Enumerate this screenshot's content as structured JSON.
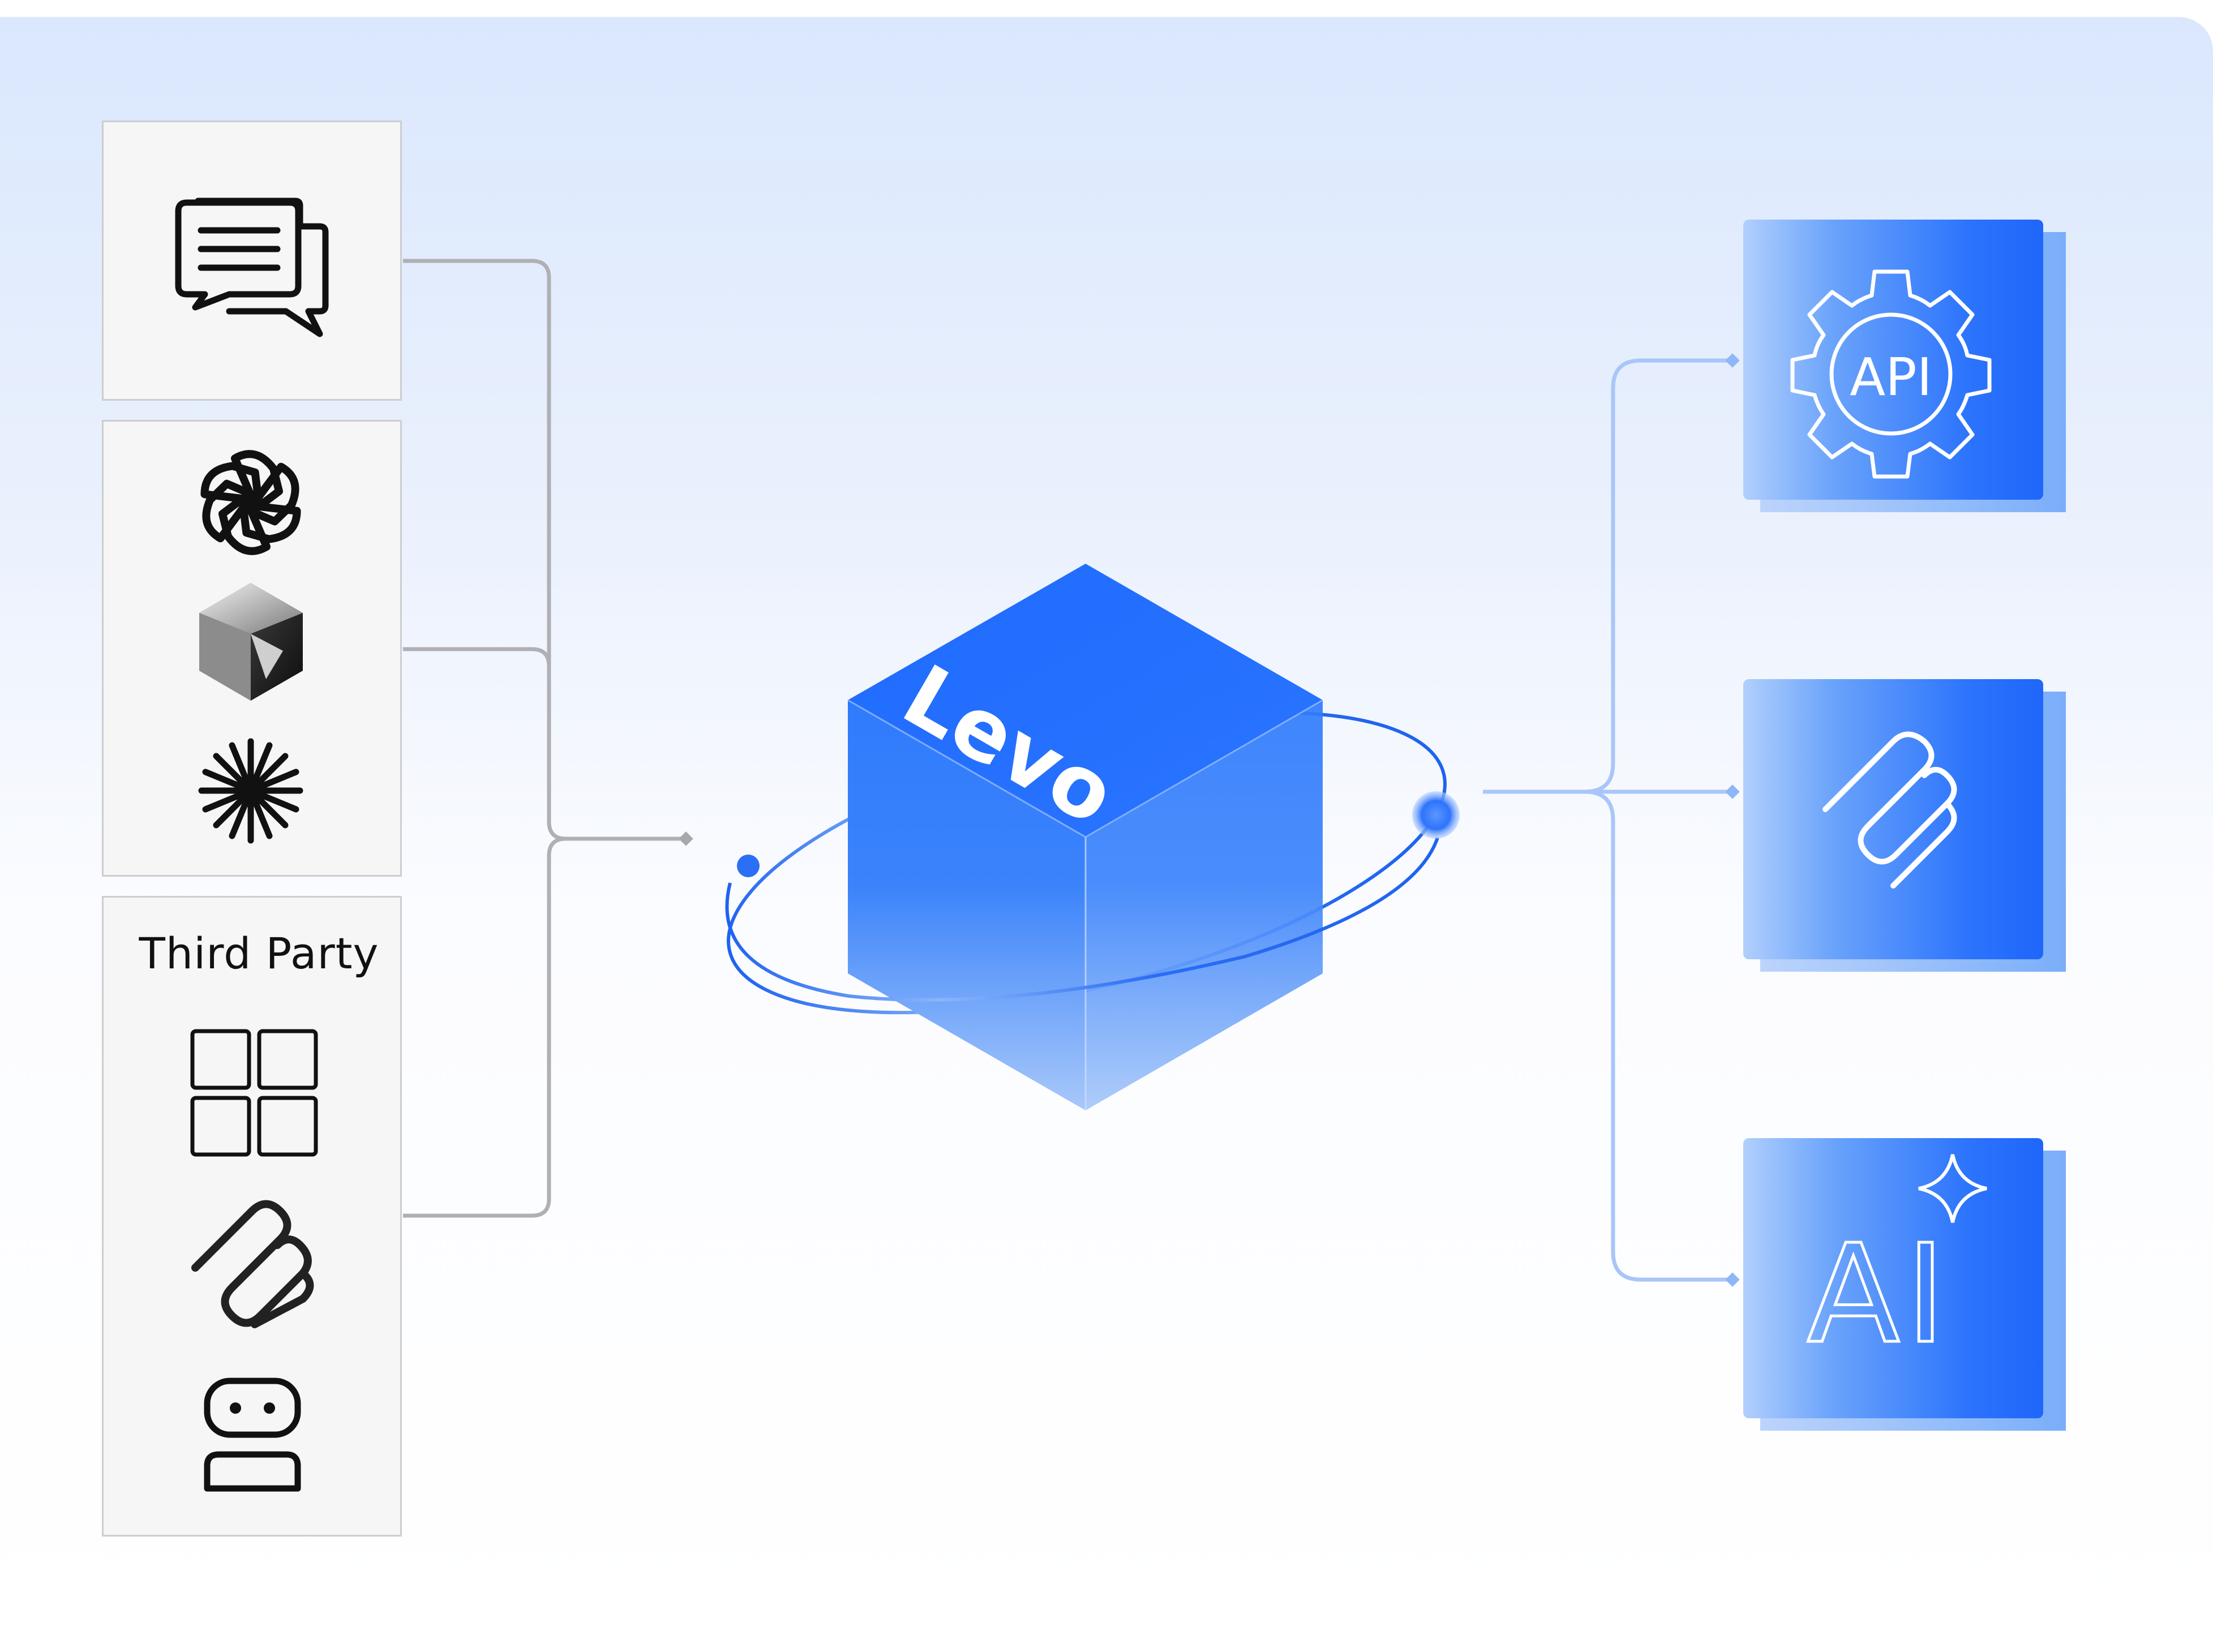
{
  "diagram": {
    "core_label": "Levo",
    "sources": {
      "chat_box_icon": "chat-bubbles-icon",
      "llm_providers_icons": [
        "openai-logo-icon",
        "gemstone-logo-icon",
        "starburst-logo-icon"
      ],
      "third_party": {
        "label": "Third Party",
        "icons": [
          "app-grid-icon",
          "mcp-squiggle-icon",
          "robot-face-icon"
        ]
      }
    },
    "targets": [
      {
        "icon": "api-gear-icon",
        "label": "API"
      },
      {
        "icon": "mcp-squiggle-icon"
      },
      {
        "icon": "ai-sparkle-icon",
        "label": "AI"
      }
    ],
    "colors": {
      "accent_blue": "#1f6bff",
      "connector_gray": "#b0b0b4",
      "connector_blue": "#a9c6f9",
      "panel_bg": "#dbe7fd"
    }
  }
}
